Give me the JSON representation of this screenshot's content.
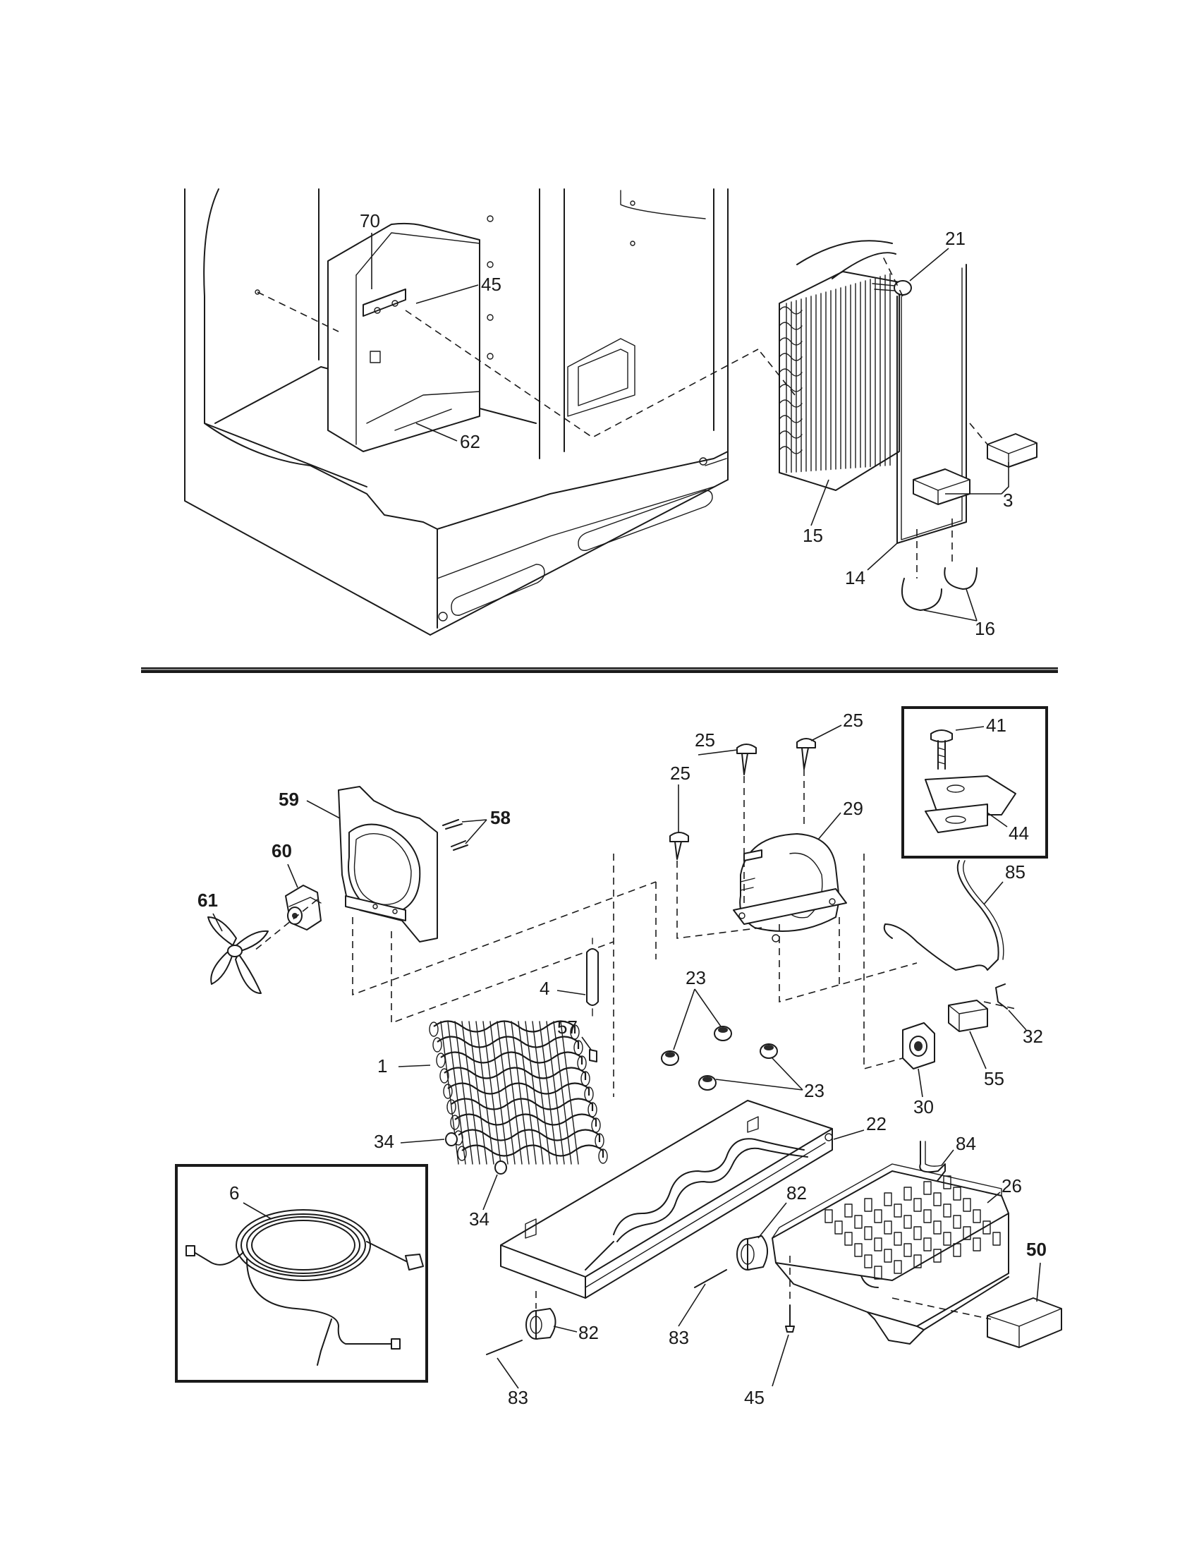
{
  "diagram": {
    "upper_callouts": [
      "70",
      "45",
      "62",
      "21",
      "15",
      "14",
      "3",
      "16"
    ],
    "lower_callouts": [
      "25",
      "25",
      "25",
      "41",
      "44",
      "59",
      "58",
      "29",
      "60",
      "61",
      "85",
      "4",
      "23",
      "57",
      "1",
      "23",
      "32",
      "55",
      "30",
      "22",
      "34",
      "34",
      "84",
      "26",
      "6",
      "82",
      "50",
      "82",
      "83",
      "83",
      "45"
    ],
    "bold_callouts": [
      "59",
      "58",
      "60",
      "61",
      "50"
    ],
    "divider": "horizontal rule separating upper and lower views"
  }
}
